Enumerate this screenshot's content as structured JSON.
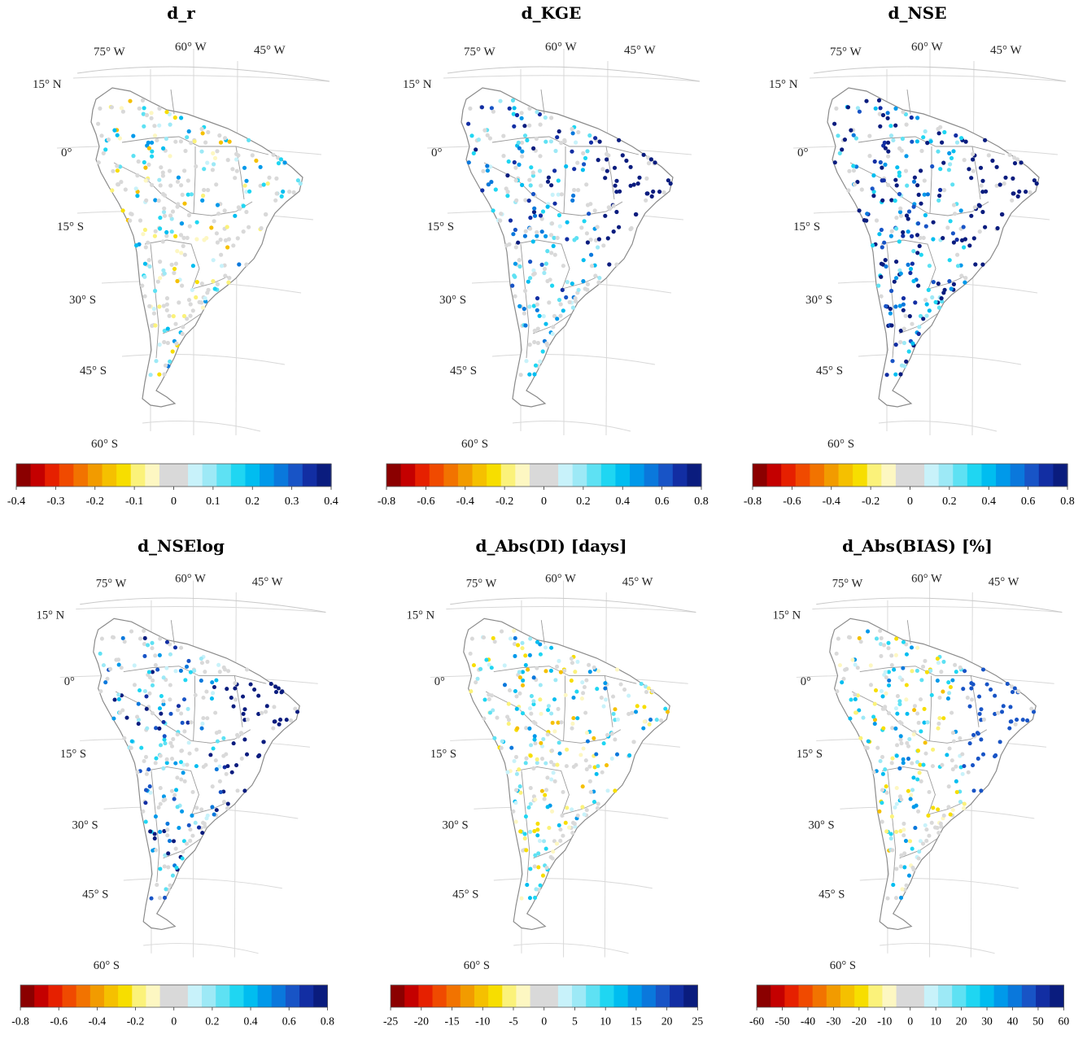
{
  "colorbar_colors": [
    "#8b0000",
    "#c40000",
    "#e62000",
    "#f04a00",
    "#f27300",
    "#f29b00",
    "#f5c000",
    "#f7de00",
    "#fbf27a",
    "#fdf7c2",
    "#d9d9d9",
    "#d9d9d9",
    "#c8f2fa",
    "#9de9f6",
    "#5ee1f3",
    "#1fd6f2",
    "#00bdf0",
    "#0099ea",
    "#0a78dc",
    "#1854c6",
    "#122ea3",
    "#0a1c7e"
  ],
  "lat_labels": [
    "15° N",
    "0°",
    "15° S",
    "30° S",
    "45° S",
    "60° S"
  ],
  "lon_labels": [
    "75° W",
    "60° W",
    "45° W"
  ],
  "panels": [
    {
      "id": "d_r",
      "title": "d_r",
      "ticks": [
        "-0.4",
        "-0.3",
        "-0.2",
        "-0.1",
        "0",
        "0.1",
        "0.2",
        "0.3",
        "0.4"
      ]
    },
    {
      "id": "d_kge",
      "title": "d_KGE",
      "ticks": [
        "-0.8",
        "-0.6",
        "-0.4",
        "-0.2",
        "0",
        "0.2",
        "0.4",
        "0.6",
        "0.8"
      ]
    },
    {
      "id": "d_nse",
      "title": "d_NSE",
      "ticks": [
        "-0.8",
        "-0.6",
        "-0.4",
        "-0.2",
        "0",
        "0.2",
        "0.4",
        "0.6",
        "0.8"
      ]
    },
    {
      "id": "d_nselog",
      "title": "d_NSElog",
      "ticks": [
        "-0.8",
        "-0.6",
        "-0.4",
        "-0.2",
        "0",
        "0.2",
        "0.4",
        "0.6",
        "0.8"
      ]
    },
    {
      "id": "d_abs_di",
      "title": "d_Abs(DI) [days]",
      "ticks": [
        "-25",
        "-20",
        "-15",
        "-10",
        "-5",
        "0",
        "5",
        "10",
        "15",
        "20",
        "25"
      ]
    },
    {
      "id": "d_abs_bias",
      "title": "d_Abs(BIAS) [%]",
      "ticks": [
        "-60",
        "-50",
        "-40",
        "-30",
        "-20",
        "-10",
        "0",
        "10",
        "20",
        "30",
        "40",
        "50",
        "60"
      ]
    }
  ]
}
